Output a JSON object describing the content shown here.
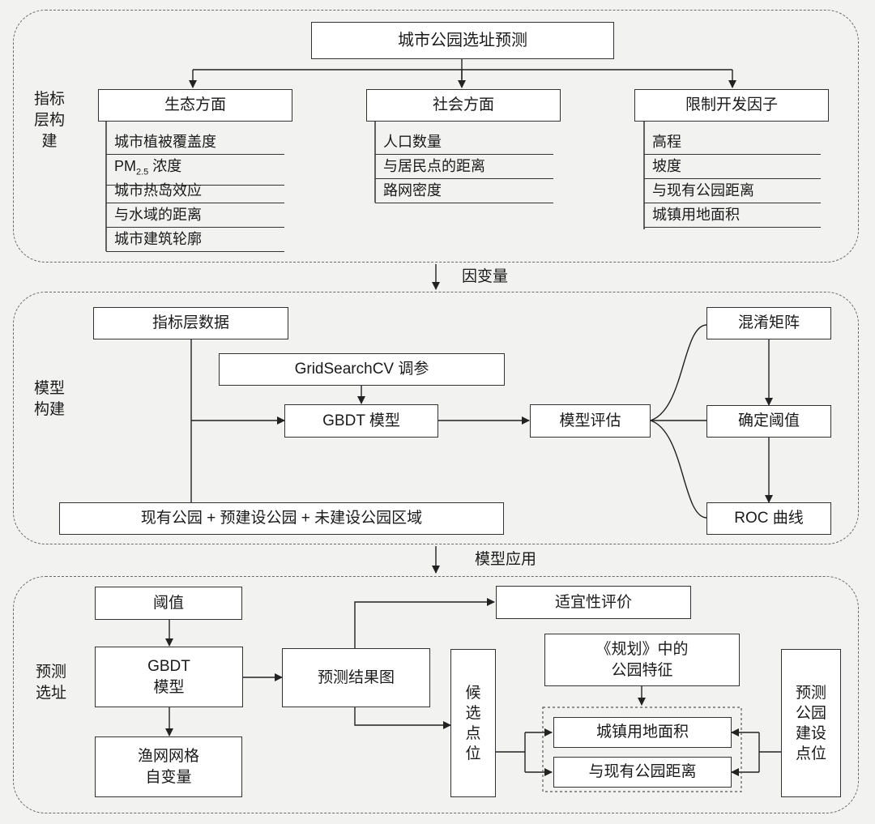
{
  "title": "城市公园选址预测",
  "sections": {
    "index": {
      "label_line1": "指标",
      "label_line2": "层构",
      "label_line3": "建"
    },
    "model": {
      "label_line1": "模型",
      "label_line2": "构建"
    },
    "predict": {
      "label_line1": "预测",
      "label_line2": "选址"
    }
  },
  "arrows": {
    "dependent": "因变量",
    "application": "模型应用"
  },
  "categories": {
    "ecological": {
      "title": "生态方面",
      "items": [
        "城市植被覆盖度",
        "PM",
        "2.5",
        " 浓度",
        "城市热岛效应",
        "与水域的距离",
        "城市建筑轮廓"
      ]
    },
    "social": {
      "title": "社会方面",
      "items": [
        "人口数量",
        "与居民点的距离",
        "路网密度"
      ]
    },
    "restriction": {
      "title": "限制开发因子",
      "items": [
        "高程",
        "坡度",
        "与现有公园距离",
        "城镇用地面积"
      ]
    }
  },
  "model": {
    "index_data": "指标层数据",
    "gridsearch": "GridSearchCV 调参",
    "gbdt": "GBDT 模型",
    "evaluation": "模型评估",
    "confusion": "混淆矩阵",
    "threshold": "确定阈值",
    "roc": "ROC 曲线",
    "park_area": "现有公园 + 预建设公园 + 未建设公园区域"
  },
  "predict": {
    "threshold": "阈值",
    "gbdt_line1": "GBDT",
    "gbdt_line2": "模型",
    "grid_line1": "渔网网格",
    "grid_line2": "自变量",
    "result_map": "预测结果图",
    "suitability": "适宜性评价",
    "candidate": [
      "候",
      "选",
      "点",
      "位"
    ],
    "plan_line1": "《规划》中的",
    "plan_line2": "公园特征",
    "urban_land": "城镇用地面积",
    "park_distance": "与现有公园距离",
    "planned_sites": [
      "预测",
      "公园",
      "建设",
      "点位"
    ]
  }
}
